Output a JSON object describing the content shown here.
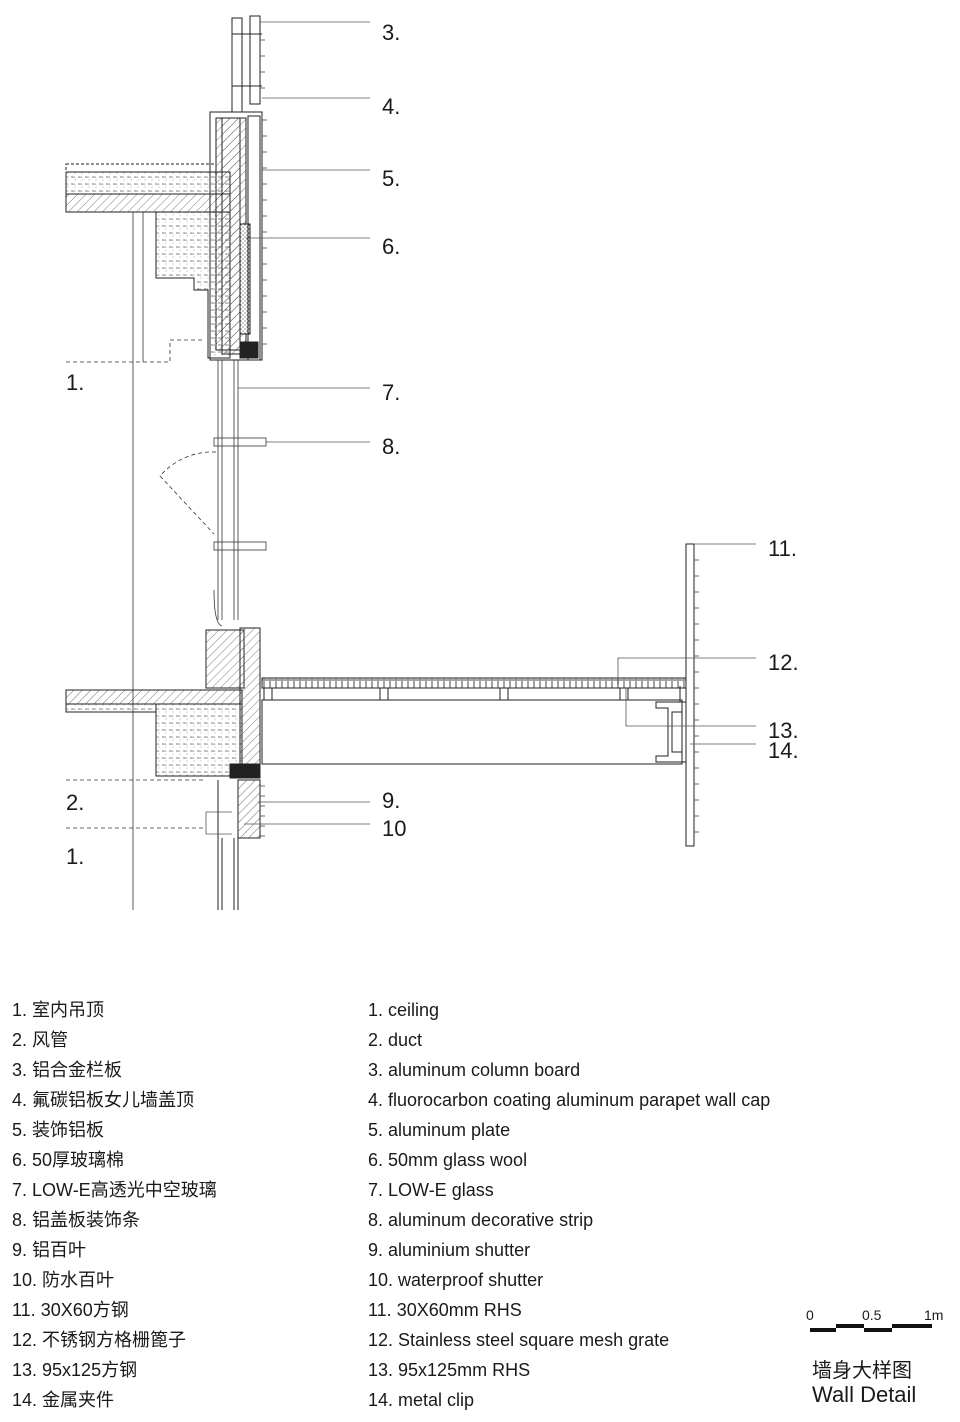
{
  "callouts": [
    "1.",
    "2.",
    "1.",
    "3.",
    "4.",
    "5.",
    "6.",
    "7.",
    "8.",
    "9.",
    "10",
    "11.",
    "12.",
    "13.",
    "14."
  ],
  "legend_cn": [
    "1. 室内吊顶",
    "2. 风管",
    "3. 铝合金栏板",
    "4. 氟碳铝板女儿墙盖顶",
    "5. 装饰铝板",
    "6. 50厚玻璃棉",
    "7. LOW-E高透光中空玻璃",
    "8. 铝盖板装饰条",
    "9. 铝百叶",
    "10. 防水百叶",
    "11. 30X60方钢",
    "12. 不锈钢方格栅篦子",
    "13. 95x125方钢",
    "14. 金属夹件"
  ],
  "legend_en": [
    "1. ceiling",
    "2. duct",
    "3. aluminum column board",
    "4. fluorocarbon coating aluminum parapet wall cap",
    "5. aluminum plate",
    "6. 50mm glass wool",
    "7. LOW-E glass",
    "8. aluminum decorative strip",
    "9. aluminium shutter",
    "10. waterproof shutter",
    "11. 30X60mm  RHS",
    "12. Stainless steel square mesh grate",
    "13. 95x125mm RHS",
    "14. metal clip"
  ],
  "scale": {
    "zero": "0",
    "half": "0.5",
    "one": "1m"
  },
  "title": {
    "cn": "墙身大样图",
    "en": "Wall Detail"
  }
}
